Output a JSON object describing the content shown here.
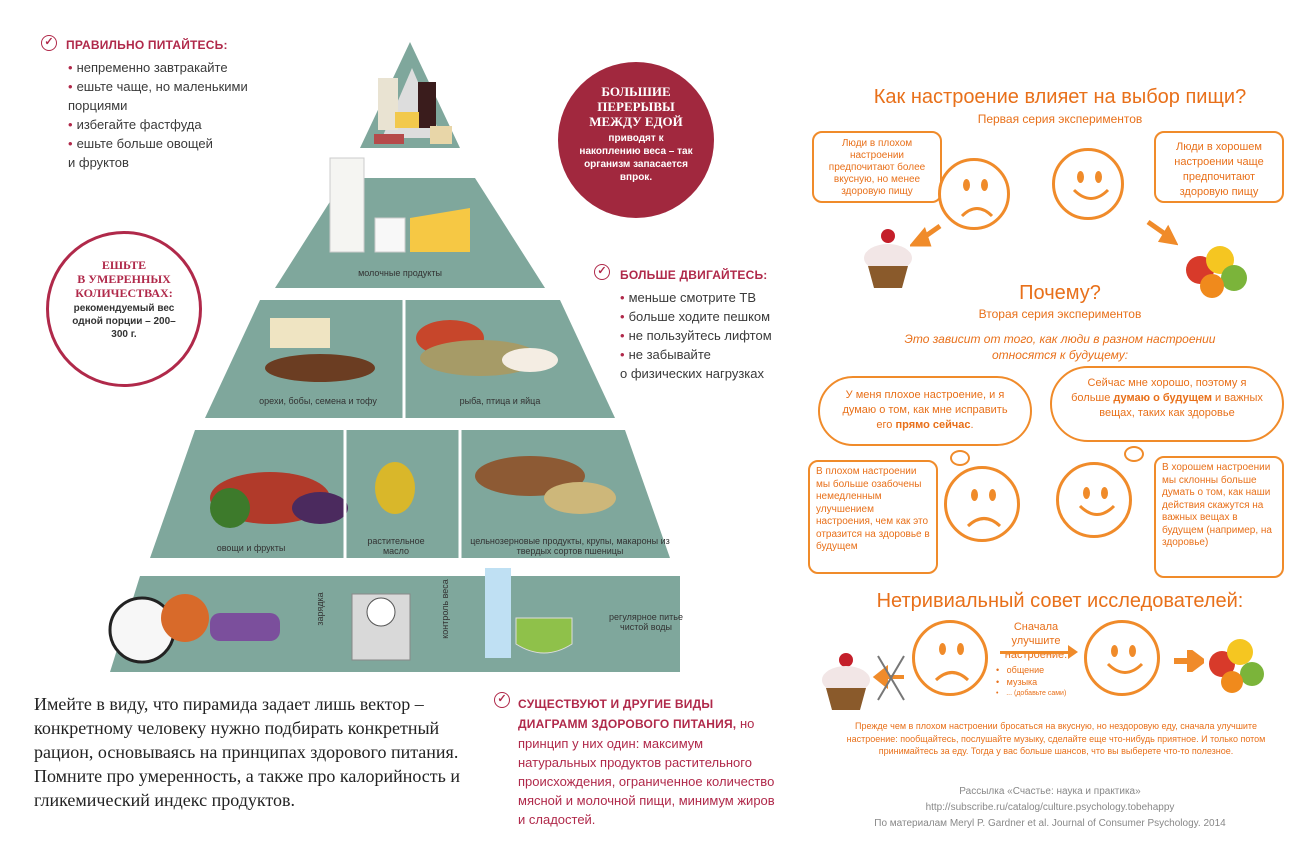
{
  "left": {
    "eat_right": {
      "title": "ПРАВИЛЬНО ПИТАЙТЕСЬ:",
      "items": [
        "непременно завтракайте",
        "ешьте чаще, но маленькими",
        "порциями",
        "избегайте фастфуда",
        "ешьте больше овощей",
        "и фруктов"
      ]
    },
    "breaks": {
      "line1": "БОЛЬШИЕ",
      "line2": "ПЕРЕРЫВЫ",
      "line3": "МЕЖДУ ЕДОЙ",
      "body": "приводят к накоплению веса – так организм запасается впрок."
    },
    "moderate": {
      "line1": "ЕШЬТЕ",
      "line2": "В УМЕРЕННЫХ",
      "line3": "КОЛИЧЕСТВАХ:",
      "body": "рекомендуемый вес одной порции – 200–300 г."
    },
    "move": {
      "title": "БОЛЬШЕ ДВИГАЙТЕСЬ:",
      "items": [
        "меньше смотрите ТВ",
        "больше ходите пешком",
        "не пользуйтесь лифтом",
        "не забывайте",
        "о физических нагрузках"
      ]
    },
    "pyramid": {
      "dairy": "молочные продукты",
      "nuts": "орехи, бобы, семена и тофу",
      "fish": "рыба, птица и яйца",
      "veg": "овощи и фрукты",
      "oil": "растительное масло",
      "grains": "цельнозерновые продукты, крупы, макароны из твердых сортов пшеницы",
      "exercise": "зарядка",
      "weight": "контроль веса",
      "water": "регулярное питье чистой воды"
    },
    "note": "Имейте в виду, что пирамида задает лишь вектор – конкретному человеку нужно подбирать конкретный рацион, основываясь на принципах здорового питания. Помните про умеренность, а также про калорийность и гликемический индекс продуктов.",
    "other": {
      "title": "СУЩЕСТВУЮТ И ДРУГИЕ ВИДЫ ДИАГРАММ ЗДОРОВОГО ПИТАНИЯ,",
      "body": "но принцип у них один: максимум натуральных продуктов растительного происхождения, ограниченное количество мясной и молочной пищи, минимум жиров и сладостей."
    }
  },
  "right": {
    "title": "Как настроение влияет на выбор пищи?",
    "series1": "Первая серия экспериментов",
    "bad_pref": "Люди в плохом настроении предпочитают более вкусную, но менее здоровую пищу",
    "good_pref": "Люди в хорошем настроении чаще предпочитают здоровую пищу",
    "why": "Почему?",
    "series2": "Вторая серия экспериментов",
    "depends1": "Это зависит от того, как люди в разном настроении",
    "depends2": "относятся к будущему:",
    "thought_bad_a": "У меня плохое настроение, и я думаю о том, как мне исправить его ",
    "thought_bad_b": "прямо сейчас",
    "thought_bad_c": ".",
    "thought_good_a": "Сейчас мне хорошо, поэтому я больше ",
    "thought_good_b": "думаю о будущем",
    "thought_good_c": " и важных вещах, таких как здоровье",
    "bad_explain": "В плохом настроении мы больше озабочены немедленным улучшением настроения, чем как это отразится на здоровье в будущем",
    "good_explain": "В хорошем настроении мы склонны больше думать о том, как наши действия скажутся на важных вещах в будущем (например, на здоровье)",
    "advice_title": "Нетривиальный совет исследователей:",
    "first_improve": "Сначала улучшите настроение:",
    "tips": [
      "общение",
      "музыка",
      "... (добавьте сами)"
    ],
    "advice_text": "Прежде чем в плохом настроении бросаться на вкусную, но нездоровую еду, сначала улучшите настроение: пообщайтесь, послушайте музыку, сделайте еще что-нибудь приятное. И только потом принимайтесь за еду. Тогда у вас больше шансов, что вы выберете что-то полезное.",
    "footer1": "Рассылка «Счастье: наука и практика»",
    "footer2": "http://subscribe.ru/catalog/culture.psychology.tobehappy",
    "footer3": "По материалам Meryl P. Gardner et al. Journal of Consumer Psychology. 2014",
    "accent": "#f08b2a"
  }
}
